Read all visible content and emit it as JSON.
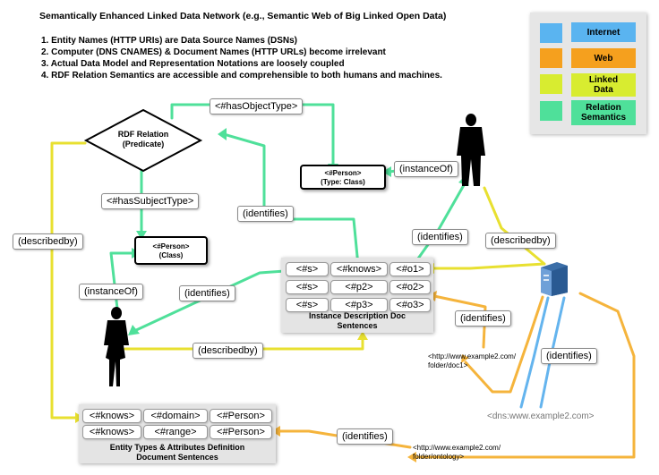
{
  "header": {
    "title": "Semantically Enhanced Linked Data Network (e.g., Semantic Web of Big Linked Open Data)",
    "points": [
      "1. Entity Names (HTTP URIs) are Data Source Names (DSNs)",
      "2. Computer (DNS CNAMES) & Document Names (HTTP URLs) become irrelevant",
      "3. Actual Data Model and Representation Notations are loosely coupled",
      "4. RDF Relation Semantics are accessible and comprehensible to both humans and machines."
    ]
  },
  "legend": {
    "items": [
      {
        "label": "Internet",
        "color": "#5ab4f0"
      },
      {
        "label": "Web",
        "color": "#f5a01e"
      },
      {
        "label": "Linked\nData",
        "color": "#d8ec30"
      },
      {
        "label": "Relation\nSemantics",
        "color": "#4fe09a"
      }
    ]
  },
  "nodes": {
    "rdf_relation": "RDF Relation\n(Predicate)",
    "person_type_class": "<#Person>\n(Type: Class)",
    "person_class": "<#Person>\n(Class)"
  },
  "edge_labels": {
    "has_object_type": "<#hasObjectType>",
    "has_subject_type": "<#hasSubjectType>",
    "identifies_top": "(identifies)",
    "instance_of_right": "(instanceOf)",
    "instance_of_left": "(instanceOf)",
    "identifies_left": "(identifies)",
    "identifies_mid": "(identifies)",
    "described_by_left": "(describedby)",
    "described_by_right": "(describedby)",
    "described_by_bottom": "(describedby)",
    "identifies_doc1": "(identifies)",
    "identifies_server": "(identifies)",
    "identifies_bottom": "(identifies)"
  },
  "instance_doc": {
    "rows": [
      [
        "<#s>",
        "<#knows>",
        "<#o1>"
      ],
      [
        "<#s>",
        "<#p2>",
        "<#o2>"
      ],
      [
        "<#s>",
        "<#p3>",
        "<#o3>"
      ]
    ],
    "caption": "Instance Description Doc\nSentences"
  },
  "entity_doc": {
    "rows": [
      [
        "<#knows>",
        "<#domain>",
        "<#Person>"
      ],
      [
        "<#knows>",
        "<#range>",
        "<#Person>"
      ]
    ],
    "caption": "Entity Types & Attributes Definition\nDocument Sentences"
  },
  "urls": {
    "doc1": "<http://www.example2.com/\nfolder/doc1>",
    "dns": "<dns:www.example2.com>",
    "ontology": "<http://www.example2.com/\nfolder/ontology>"
  },
  "colors": {
    "relation": "#4fe09a",
    "linked_data": "#e8e030",
    "web": "#f5b43c",
    "internet": "#64b4ee"
  }
}
